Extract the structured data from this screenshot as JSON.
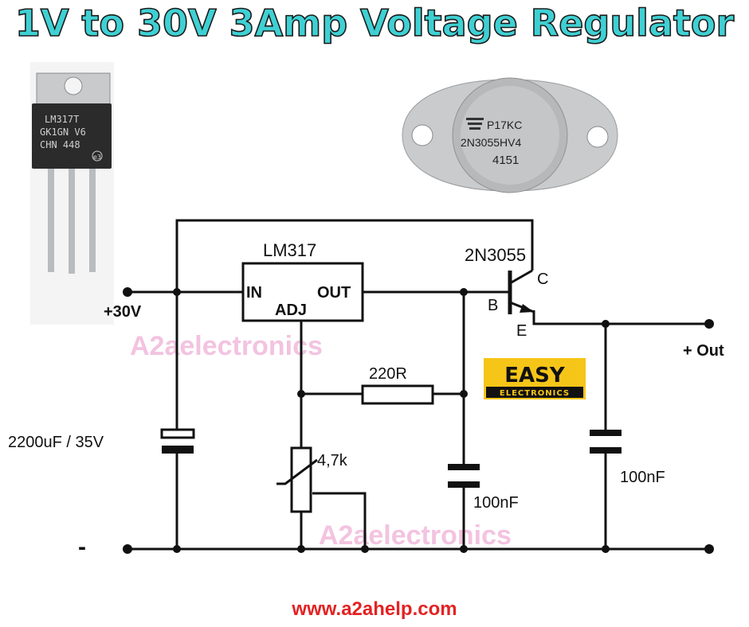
{
  "title": "1V to 30V 3Amp Voltage Regulator",
  "footer_url": "www.a2ahelp.com",
  "watermark": "A2aelectronics",
  "regulator_ic": {
    "name": "LM317",
    "pin_in": "IN",
    "pin_adj": "ADJ",
    "pin_out": "OUT",
    "photo_marking": [
      "LM317T",
      "GK1GN V6",
      "CHN 448"
    ],
    "photo_logo_note": "e3"
  },
  "transistor": {
    "name": "2N3055",
    "pin_c": "C",
    "pin_b": "B",
    "pin_e": "E",
    "photo_marking": [
      "P17KC",
      "2N3055HV4",
      "4151"
    ]
  },
  "input_label": "+30V",
  "output_label": "+ Out",
  "ground_label": "-",
  "components": {
    "input_cap": "2200uF / 35V",
    "resistor": "220R",
    "pot": "4,7k",
    "cap_mid": "100nF",
    "cap_out": "100nF"
  },
  "logo": {
    "line1": "EASY",
    "line2": "ELECTRONICS",
    "bg": "#f5c518",
    "fg": "#111111"
  },
  "colors": {
    "title_fill": "#3fd0d4",
    "footer": "#e32222",
    "watermark": "#f3c3e0"
  }
}
